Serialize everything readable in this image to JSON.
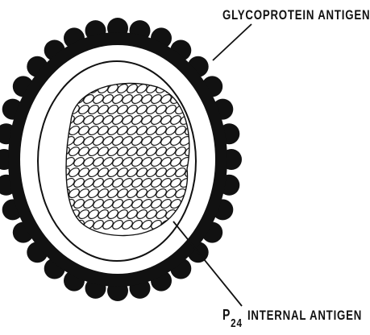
{
  "labels": {
    "glycoprotein": "GLYCOPROTEIN ANTIGEN",
    "p24_letter": "P",
    "p24_subscript": "24",
    "p24_text": "INTERNAL ANTIGEN"
  },
  "colors": {
    "ink": "#111111",
    "paper": "#ffffff"
  }
}
